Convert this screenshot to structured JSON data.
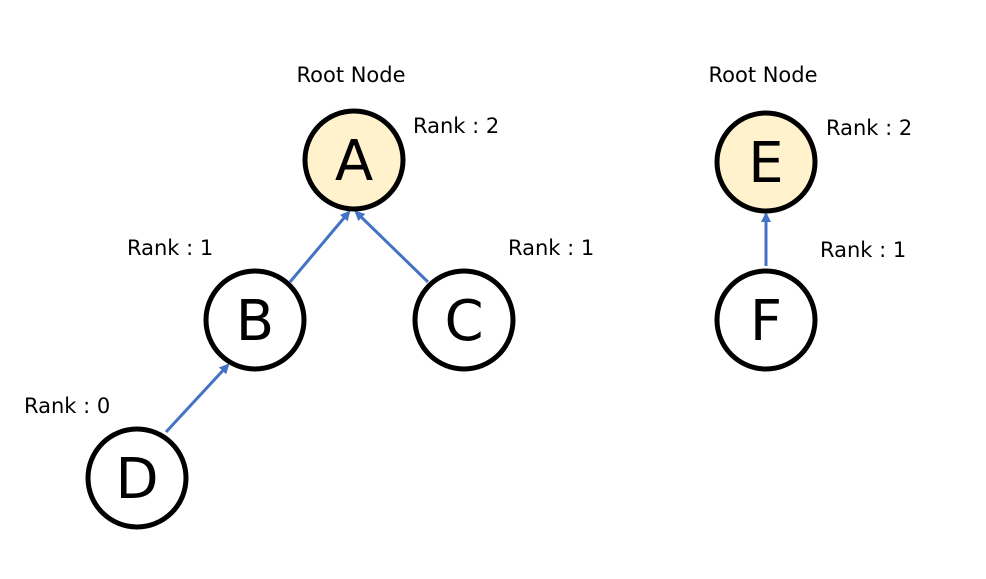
{
  "colors": {
    "root_fill": "#fff2cc",
    "node_fill": "#ffffff",
    "node_stroke": "#000000",
    "edge": "#4472c4"
  },
  "trees": [
    {
      "root_caption": "Root Node",
      "nodes": [
        {
          "id": "A",
          "label": "A",
          "rank": "Rank : 2",
          "is_root": true
        },
        {
          "id": "B",
          "label": "B",
          "rank": "Rank : 1",
          "is_root": false
        },
        {
          "id": "C",
          "label": "C",
          "rank": "Rank : 1",
          "is_root": false
        },
        {
          "id": "D",
          "label": "D",
          "rank": "Rank : 0",
          "is_root": false
        }
      ],
      "edges": [
        {
          "from": "B",
          "to": "A"
        },
        {
          "from": "C",
          "to": "A"
        },
        {
          "from": "D",
          "to": "B"
        }
      ]
    },
    {
      "root_caption": "Root Node",
      "nodes": [
        {
          "id": "E",
          "label": "E",
          "rank": "Rank : 2",
          "is_root": true
        },
        {
          "id": "F",
          "label": "F",
          "rank": "Rank : 1",
          "is_root": false
        }
      ],
      "edges": [
        {
          "from": "F",
          "to": "E"
        }
      ]
    }
  ]
}
